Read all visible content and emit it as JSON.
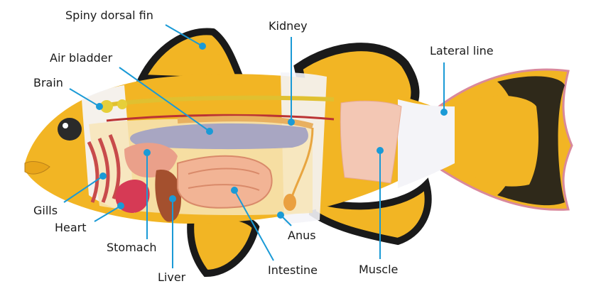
{
  "title": "Fish anatomy",
  "colors": {
    "leader": "#1a9ad6",
    "body": "#f2b524",
    "fin_edge": "#1a1a1a",
    "band": "#f4f4f8"
  },
  "labels": {
    "spiny_dorsal_fin": "Spiny dorsal fin",
    "kidney": "Kidney",
    "lateral_line": "Lateral line",
    "air_bladder": "Air bladder",
    "brain": "Brain",
    "gills": "Gills",
    "heart": "Heart",
    "stomach": "Stomach",
    "liver": "Liver",
    "intestine": "Intestine",
    "anus": "Anus",
    "muscle": "Muscle"
  }
}
